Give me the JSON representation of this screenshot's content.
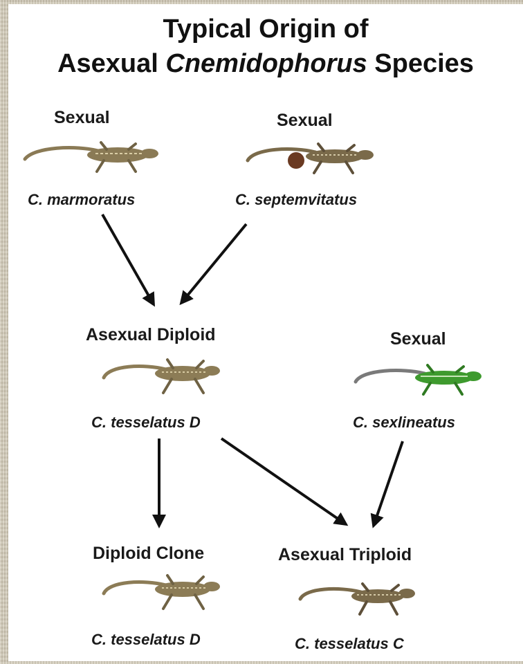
{
  "title": {
    "line1": "Typical Origin of",
    "line2_prefix": "Asexual ",
    "line2_genus": "Cnemidophorus",
    "line2_suffix": " Species"
  },
  "nodes": {
    "marmoratus": {
      "type": "Sexual",
      "species": "C. marmoratus",
      "color": "#8a7a55"
    },
    "septemvitatus": {
      "type": "Sexual",
      "species": "C. septemvitatus",
      "color": "#7a6a4a"
    },
    "tesselatus_d": {
      "type": "Asexual Diploid",
      "species": "C. tesselatus D",
      "color": "#8c7c56"
    },
    "sexlineatus": {
      "type": "Sexual",
      "species": "C. sexlineatus",
      "color": "#3e9a2e"
    },
    "clone": {
      "type": "Diploid Clone",
      "species": "C. tesselatus D",
      "color": "#8c7c56"
    },
    "triploid": {
      "type": "Asexual Triploid",
      "species": "C. tesselatus C",
      "color": "#7a6a4a"
    }
  }
}
